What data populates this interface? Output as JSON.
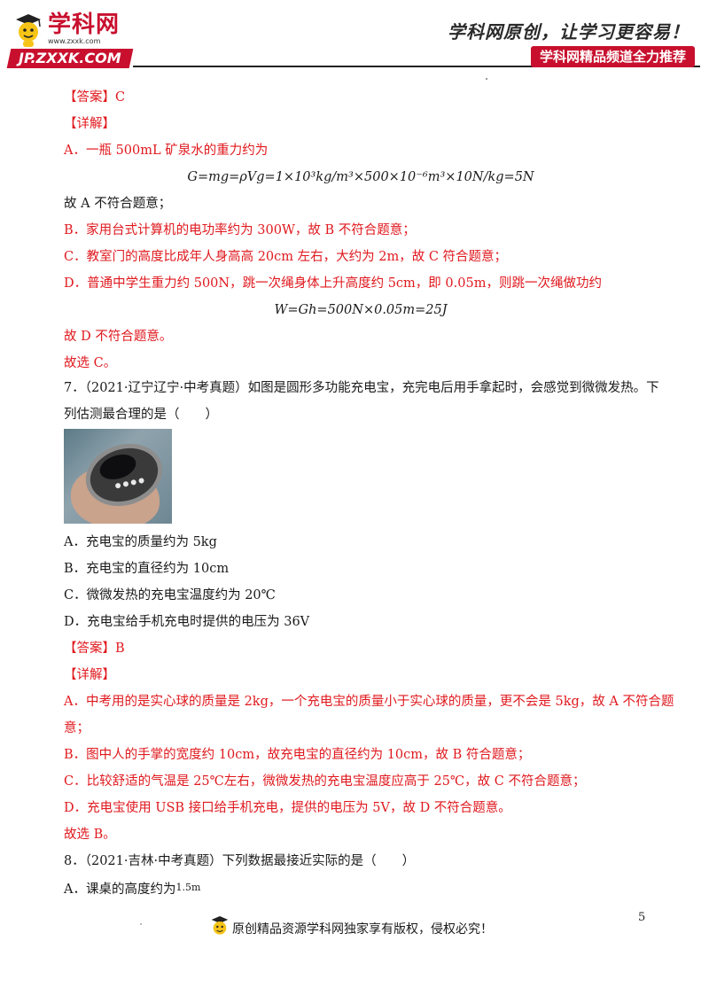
{
  "header": {
    "logo_title": "学科网",
    "logo_url": "www.zxxk.com",
    "site_badge": "JP.ZXXK.COM",
    "slogan": "学科网原创，让学习更容易！",
    "channel": "学科网精品频道全力推荐"
  },
  "colors": {
    "brand_red": "#c8102e",
    "answer_red": "#e0191e"
  },
  "q6_answer": {
    "answer": "【答案】C",
    "detail": "【详解】",
    "a": "A．一瓶 500mL 矿泉水的重力约为",
    "formula1": "G=mg=ρVg=1×10³kg/m³×500×10⁻⁶m³×10N/kg=5N",
    "a_conclusion": "故 A 不符合题意；",
    "b": "B．家用台式计算机的电功率约为 300W，故 B 不符合题意；",
    "c": "C．教室门的高度比成年人身高高 20cm 左右，大约为 2m，故 C 符合题意；",
    "d": "D．普通中学生重力约 500N，跳一次绳身体上升高度约 5cm，即 0.05m，则跳一次绳做功约",
    "formula2": "W=Gh=500N×0.05m=25J",
    "d_conclusion": "故 D 不符合题意。",
    "choice": "故选 C。"
  },
  "q7": {
    "stem1": "7．（2021·辽宁辽宁·中考真题）如图是圆形多功能充电宝，充完电后用手拿起时，会感觉到微微发热。下",
    "stem2": "列估测最合理的是（　　）",
    "photo_icon": "power-bank-photo",
    "options": [
      "A．充电宝的质量约为 5kg",
      "B．充电宝的直径约为 10cm",
      "C．微微发热的充电宝温度约为 20℃",
      "D．充电宝给手机充电时提供的电压为 36V"
    ],
    "answer": "【答案】B",
    "detail": "【详解】",
    "a1": "A．中考用的是实心球的质量是 2kg，一个充电宝的质量小于实心球的质量，更不会是 5kg，故 A 不符合题",
    "a2": "意；",
    "b": "B．图中人的手掌的宽度约 10cm，故充电宝的直径约为 10cm，故 B 符合题意；",
    "c": "C．比较舒适的气温是 25℃左右，微微发热的充电宝温度应高于 25℃，故 C 不符合题意；",
    "d": "D．充电宝使用 USB 接口给手机充电，提供的电压为 5V，故 D 不符合题意。",
    "choice": "故选 B。"
  },
  "q8": {
    "stem": "8．（2021·吉林·中考真题）下列数据最接近实际的是（　　）",
    "option_a": "A．课桌的高度约为",
    "option_a_value": "1.5m"
  },
  "footer": {
    "text": "原创精品资源学科网独家享有版权，侵权必究！",
    "page_number": "5"
  }
}
